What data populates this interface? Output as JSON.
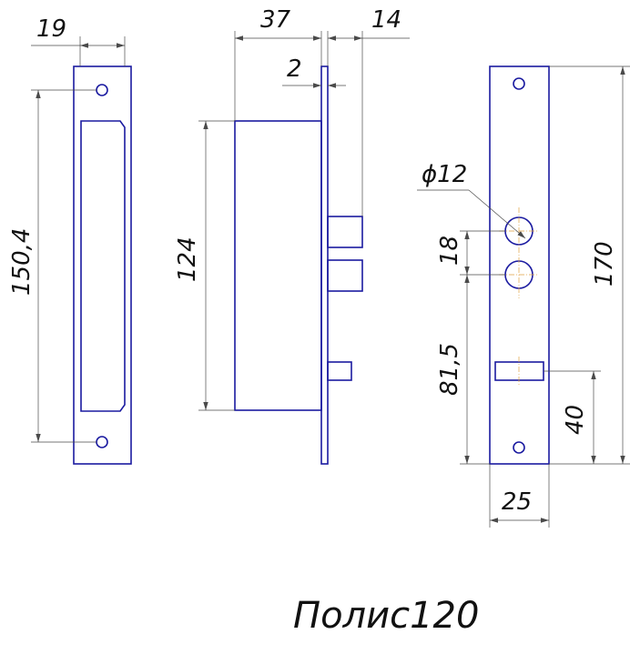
{
  "title": "Полис120",
  "dimensions": {
    "strike_width": "19",
    "strike_hole_spacing": "150,4",
    "body_depth": "37",
    "bolt_projection": "14",
    "faceplate_thickness": "2",
    "body_height": "124",
    "cylinder_diameter": "ϕ12",
    "cylinder_spacing": "18",
    "latch_to_cylinder": "81,5",
    "latch_from_bottom": "40",
    "faceplate_height": "170",
    "faceplate_width": "25"
  },
  "colors": {
    "outline": "#1a1aa0",
    "dimension": "#4a4a4a",
    "centerline": "#e0a040"
  }
}
